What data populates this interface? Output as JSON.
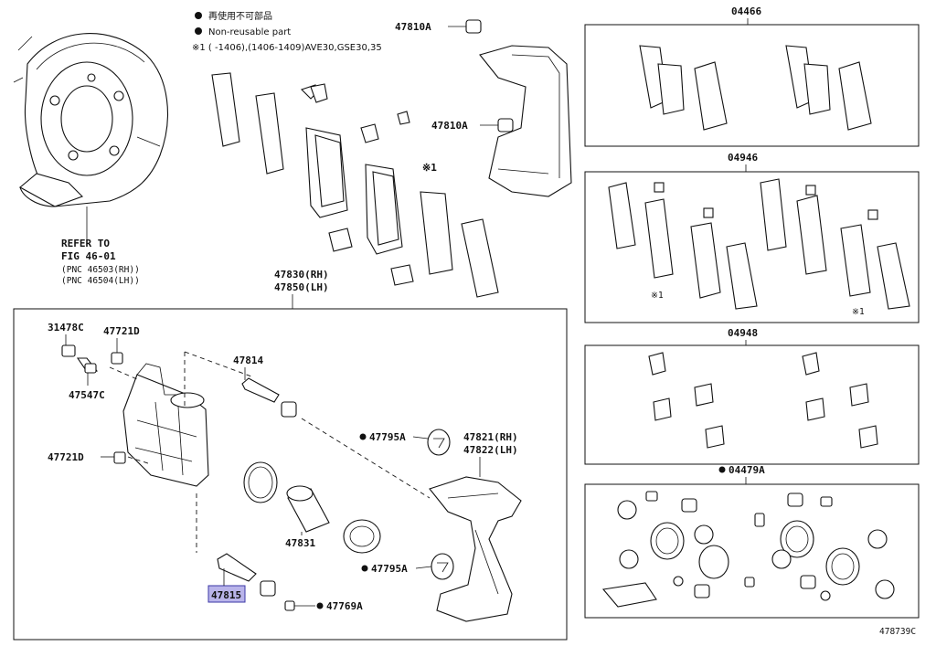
{
  "notes": {
    "not_reusable_jp": "再使用不可部品",
    "not_reusable_en": "Non-reusable part",
    "footnote": "※1 (     -1406),(1406-1409)AVE30,GSE30,35"
  },
  "refer": {
    "line1": "REFER TO",
    "line2": "FIG 46-01",
    "line3": "(PNC 46503(RH))",
    "line4": "(PNC 46504(LH))"
  },
  "labels": {
    "p47810a_top": "47810A",
    "p47810a_mid": "47810A",
    "mark1_pads": "※1",
    "p47830": "47830(RH)",
    "p47850": "47850(LH)",
    "p31478c": "31478C",
    "p47721d_top": "47721D",
    "p47547c": "47547C",
    "p47721d_low": "47721D",
    "p47814": "47814",
    "p47795a_top": "47795A",
    "p47821": "47821(RH)",
    "p47822": "47822(LH)",
    "p47831": "47831",
    "p47795a_low": "47795A",
    "p47815": "47815",
    "p47769a": "47769A",
    "kit04466": "04466",
    "kit04946": "04946",
    "mark1_a": "※1",
    "mark1_b": "※1",
    "kit04948": "04948",
    "kit04479a": "04479A",
    "fig_code": "478739C"
  }
}
